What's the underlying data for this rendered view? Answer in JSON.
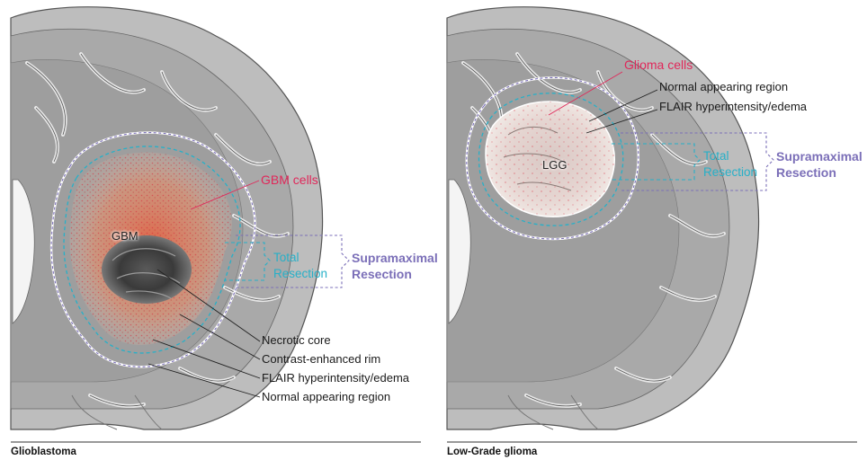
{
  "left_panel": {
    "caption": "Glioblastoma",
    "tumor_label": "GBM",
    "cells_label": "GBM cells",
    "total_resection": [
      "Total",
      "Resection"
    ],
    "supramaximal_resection": [
      "Supramaximal",
      "Resection"
    ],
    "legend": [
      "Necrotic core",
      "Contrast-enhanced rim",
      "FLAIR hyperintensity/edema",
      "Normal appearing region"
    ]
  },
  "right_panel": {
    "caption": "Low-Grade glioma",
    "tumor_label": "LGG",
    "cells_label": "Glioma cells",
    "total_resection": [
      "Total",
      "Resection"
    ],
    "supramaximal_resection": [
      "Supramaximal",
      "Resection"
    ],
    "legend": [
      "Normal appearing region",
      "FLAIR hyperintensity/edema"
    ]
  },
  "colors": {
    "cells": "#e0285a",
    "total": "#27b0c8",
    "supramaximal": "#7b6fb8",
    "label": "#1a1a1a"
  }
}
